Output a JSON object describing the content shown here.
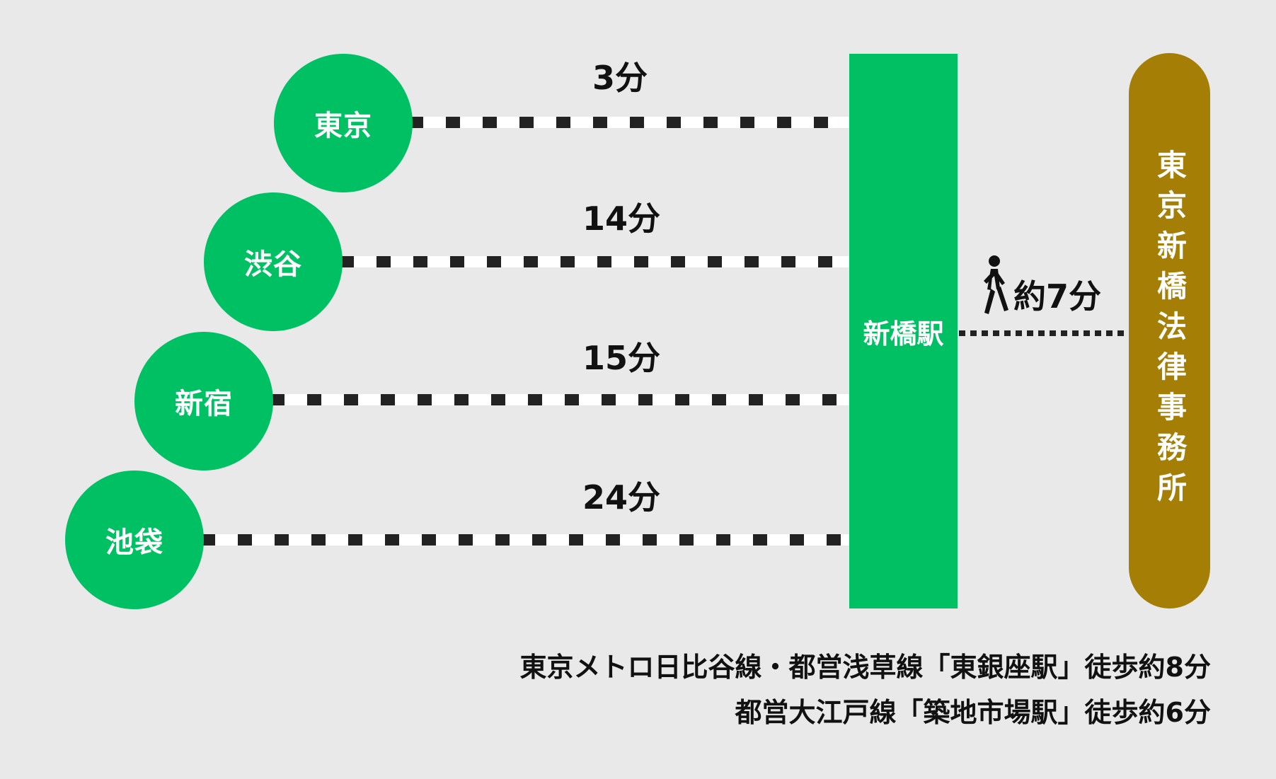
{
  "colors": {
    "background": "#e9e9e9",
    "station_green": "#00c064",
    "office_gold": "#a57e05",
    "rail_dark": "#222222",
    "rail_light": "#ffffff"
  },
  "routes": [
    {
      "station": "東京",
      "time": "3分"
    },
    {
      "station": "渋谷",
      "time": "14分"
    },
    {
      "station": "新宿",
      "time": "15分"
    },
    {
      "station": "池袋",
      "time": "24分"
    }
  ],
  "hub": {
    "label": "新橋駅"
  },
  "walk": {
    "icon": "walking-person-icon",
    "time": "約7分"
  },
  "office": {
    "label": "東京新橋法律事務所"
  },
  "access_notes": [
    "東京メトロ日比谷線・都営浅草線「東銀座駅」徒歩約8分",
    "都営大江戸線「築地市場駅」徒歩約6分"
  ]
}
